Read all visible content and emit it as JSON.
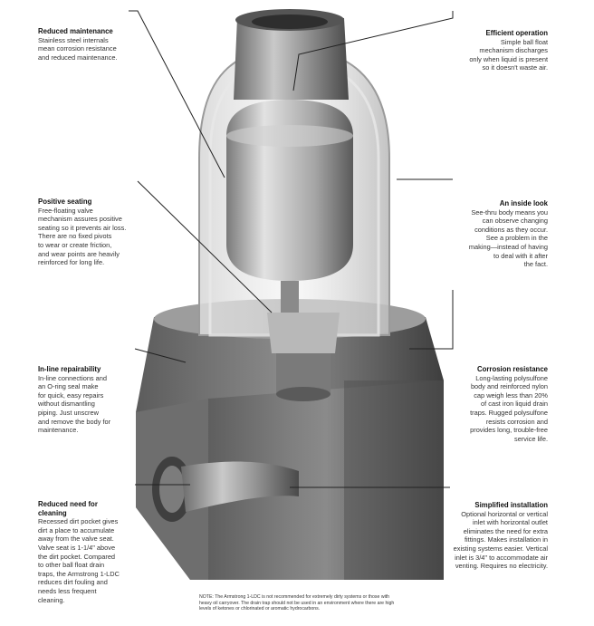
{
  "callouts": {
    "reduced_maintenance": {
      "title": "Reduced maintenance",
      "text": "Stainless steel internals\nmean corrosion resistance\nand reduced maintenance."
    },
    "efficient_operation": {
      "title": "Efficient operation",
      "text": "Simple ball float\nmechanism discharges\nonly when liquid is present\nso it doesn't waste air."
    },
    "positive_seating": {
      "title": "Positive seating",
      "text": "Free-floating valve\nmechanism assures positive\nseating so it prevents air loss.\nThere are no fixed pivots\nto wear or create friction,\nand wear points are heavily\nreinforced for long life."
    },
    "inside_look": {
      "title": "An inside look",
      "text": "See-thru body means you\ncan observe changing\nconditions as they occur.\nSee a problem in the\nmaking—instead of having\nto deal with it after\nthe fact."
    },
    "inline_repairability": {
      "title": "In-line repairability",
      "text": "In-line connections and\nan O-ring seal make\nfor quick, easy repairs\nwithout dismantling\npiping. Just unscrew\nand remove the body for\nmaintenance."
    },
    "corrosion_resistance": {
      "title": "Corrosion resistance",
      "text": "Long-lasting polysulfone\nbody and reinforced nylon\ncap weigh less than 20%\nof cast iron liquid drain\ntraps. Rugged polysulfone\nresists corrosion and\nprovides long, trouble-free\nservice life."
    },
    "reduced_need_cleaning": {
      "title": "Reduced need for\ncleaning",
      "text": "Recessed dirt pocket gives\ndirt a place to accumulate\naway from the valve seat.\nValve seat is 1-1/4\" above\nthe dirt pocket. Compared\nto other ball float drain\ntraps, the Armstrong 1-LDC\nreduces dirt fouling and\nneeds less frequent\ncleaning."
    },
    "simplified_installation": {
      "title": "Simplified installation",
      "text": "Optional horizontal or vertical\ninlet with horizontal outlet\neliminates the need for extra\nfittings. Makes installation in\nexisting systems easier. Vertical\ninlet is 3/4\" to accommodate air\nventing. Requires no electricity."
    }
  },
  "note": "NOTE: The Armstrong 1-LDC is not recommended for extremely dirty systems or those with heavy oil carryover. The drain trap should not be used in an environment where there are high levels of ketones or chlorinated or aromatic hydrocarbons."
}
